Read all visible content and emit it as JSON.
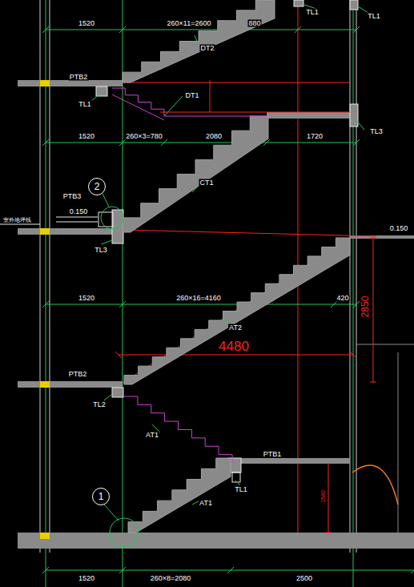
{
  "diagram": {
    "nodes": [
      {
        "text": [
          "2"
        ]
      },
      {
        "text": [
          "1"
        ]
      }
    ],
    "labels": [
      "1520",
      "260×11=2600",
      "880",
      "TL1",
      "TL1",
      "DT2",
      "PTB2",
      "TL1",
      "DT1",
      "1520",
      "260×3=780",
      "2080",
      "1720",
      "TL3",
      "PTB3",
      "0.150",
      "室外地坪线",
      "CT1",
      "TL3",
      "0.150",
      "1520",
      "260×16=4160",
      "420",
      "2850",
      "4480",
      "AT2",
      "PTB2",
      "TL2",
      "AT1",
      "PTB1",
      "TL1",
      "AT1",
      "1580",
      "1520",
      "260×8=2080",
      "2500"
    ]
  }
}
